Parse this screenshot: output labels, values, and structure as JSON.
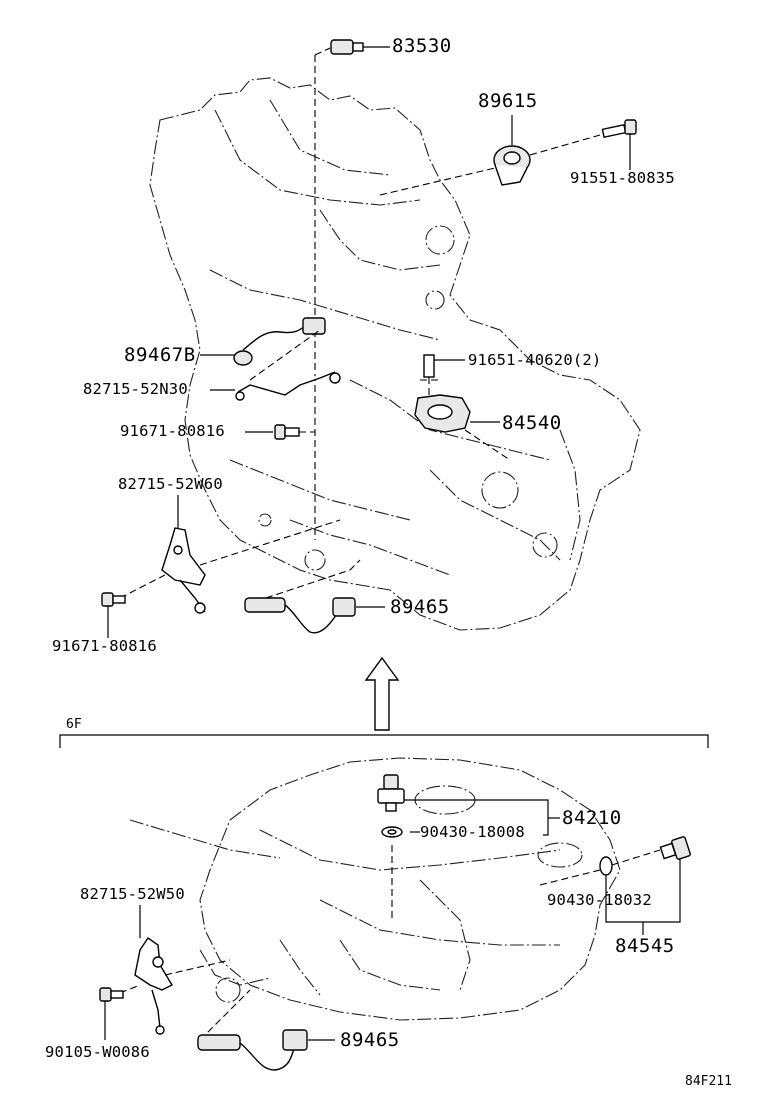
{
  "labels": {
    "p83530": "83530",
    "p89615": "89615",
    "p91551": "91551-80835",
    "p89467B": "89467B",
    "p91651": "91651-40620(2)",
    "p82715_52N30": "82715-52N30",
    "p84540": "84540",
    "p91671_a": "91671-80816",
    "p82715_52W60": "82715-52W60",
    "p91671_b": "91671-80816",
    "p89465_top": "89465",
    "section": "6F",
    "p84210": "84210",
    "p90430_18008": "90430-18008",
    "p90430_18032": "90430-18032",
    "p84545": "84545",
    "p82715_52W50": "82715-52W50",
    "p90105": "90105-W0086",
    "p89465_bottom": "89465",
    "figure_code": "84F211"
  }
}
